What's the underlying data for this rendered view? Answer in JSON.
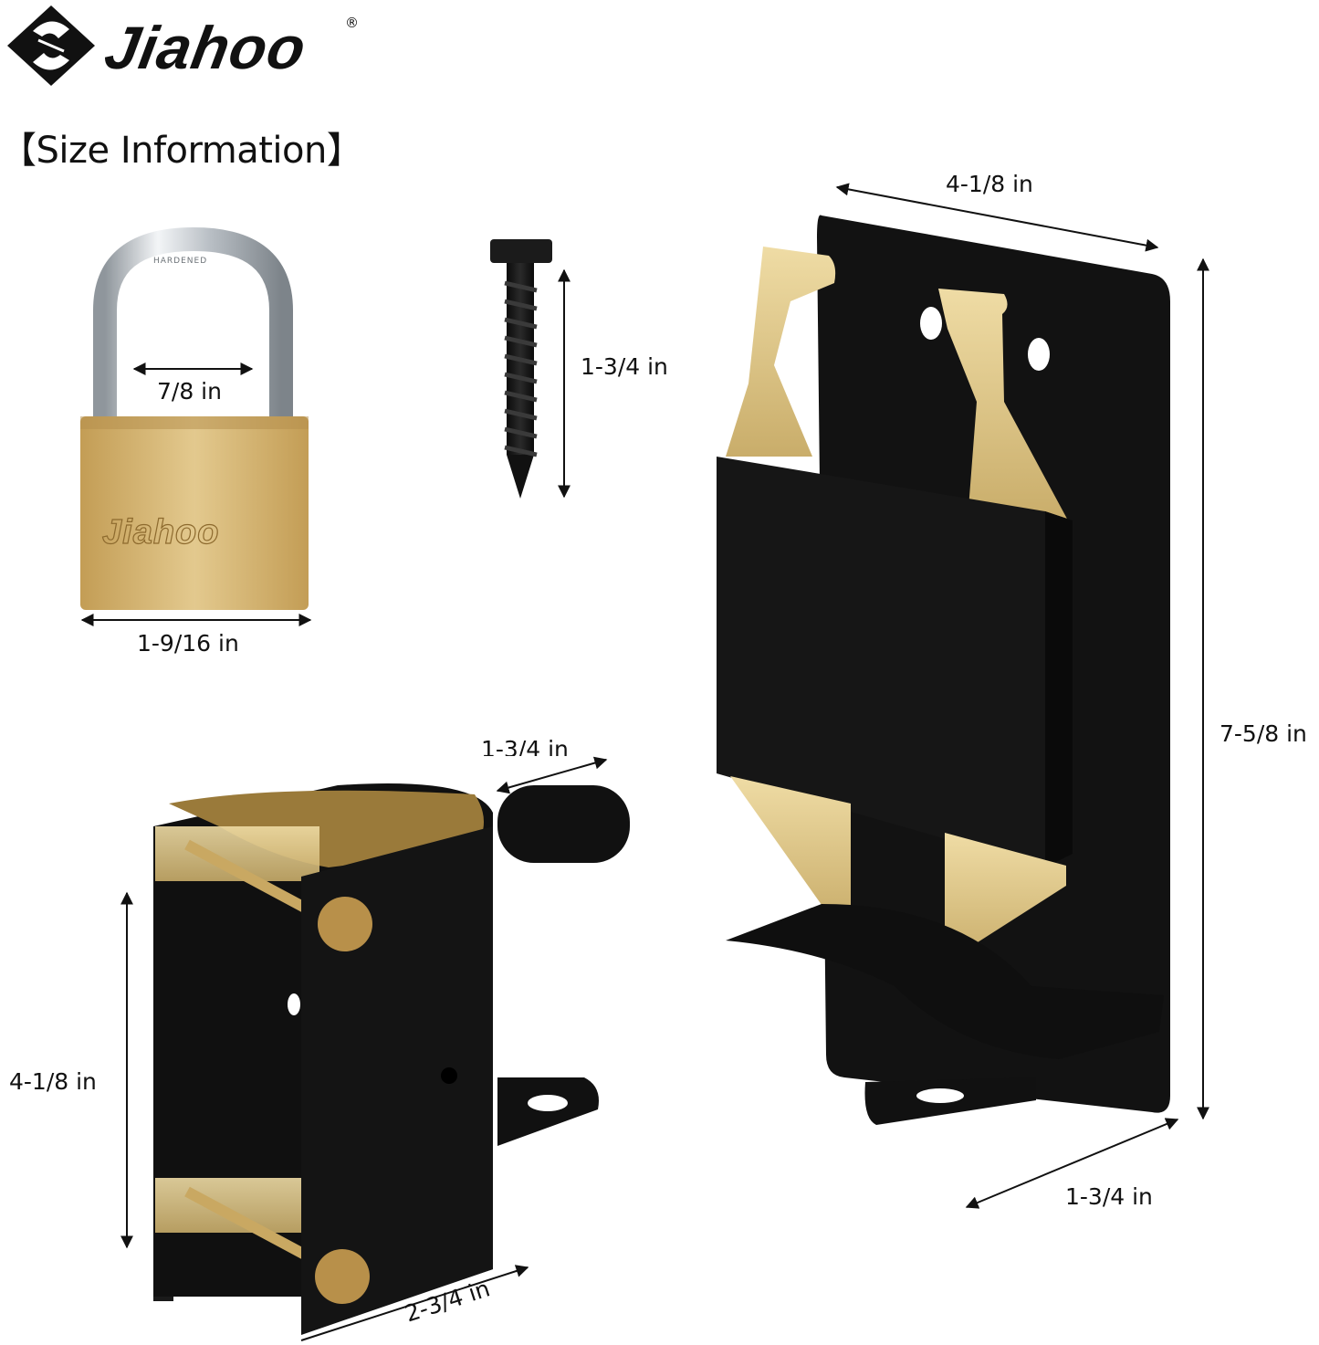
{
  "brand": {
    "name": "Jiahoo",
    "registered_mark": "®",
    "logo_icon": "diamond-swirl-logo-icon"
  },
  "heading": {
    "text": "【Size Information】"
  },
  "products": {
    "padlock": {
      "engraving": "Jiahoo",
      "shackle_engraving": "HARDENED",
      "shackle_width": "7/8 in",
      "body_width": "1-9/16 in"
    },
    "screw": {
      "length": "1-3/4 in"
    },
    "latch_receiver": {
      "width": "4-1/8 in",
      "height": "7-5/8 in",
      "depth": "1-3/4 in"
    },
    "post_clamp": {
      "pin_length": "1-3/4 in",
      "height": "4-1/8 in",
      "width": "2-3/4 in"
    }
  },
  "colors": {
    "background": "#ffffff",
    "text": "#111111",
    "brass": "#c9a862",
    "brass_light": "#e6cf92",
    "hardware_black": "#141414",
    "chrome": "#c8cdd2"
  }
}
